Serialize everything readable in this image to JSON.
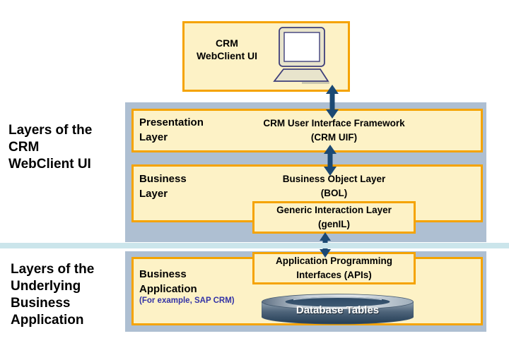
{
  "palette": {
    "box_fill": "#FDF2C6",
    "box_border": "#F5A300",
    "panel_gray": "#AEBFD2",
    "divider_blue": "#CBE5EB",
    "arrow_navy": "#1C4973",
    "subtitle_blue": "#3333A6",
    "database_label_color": "#FFFFFF"
  },
  "top_box": {
    "lines": [
      "CRM",
      "WebClient UI"
    ]
  },
  "captions": {
    "webclient_lines": [
      "Layers of the",
      "CRM",
      "WebClient UI"
    ],
    "underlying_lines": [
      "Layers of the",
      "Underlying",
      "Business",
      "Application"
    ]
  },
  "presentation_layer": {
    "label_lines": [
      "Presentation",
      "Layer"
    ],
    "content_lines": [
      "CRM User Interface Framework",
      "(CRM UIF)"
    ]
  },
  "business_layer": {
    "label_lines": [
      "Business",
      "Layer"
    ],
    "bol_lines": [
      "Business Object Layer",
      "(BOL)"
    ],
    "genil_lines": [
      "Generic Interaction Layer",
      "(genIL)"
    ]
  },
  "business_application": {
    "label_lines": [
      "Business",
      "Application"
    ],
    "subtitle": "(For example, SAP CRM)",
    "apis_lines": [
      "Application Programming",
      "Interfaces (APIs)"
    ],
    "database_label": "Database Tables"
  }
}
